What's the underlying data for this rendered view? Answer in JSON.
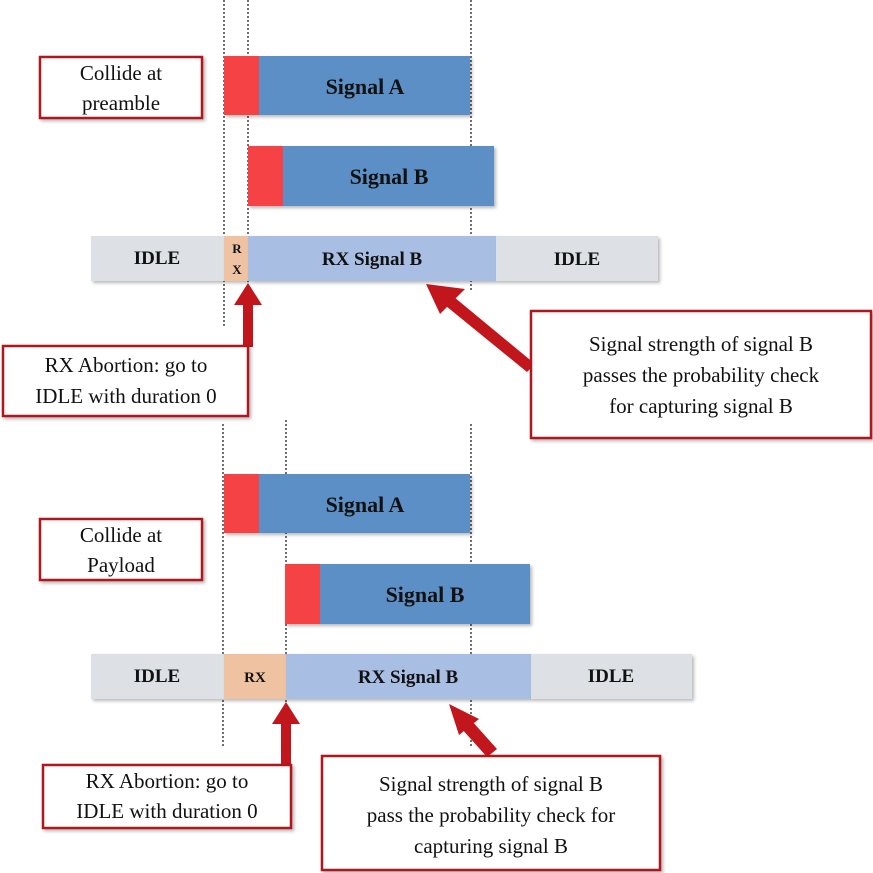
{
  "colors": {
    "signal_blue": "#5b8fc5",
    "preamble_red": "#f44245",
    "rx_signal_light_blue": "#a9bee3",
    "idle_gray": "#dde0e4",
    "rx_tan": "#efc3a2",
    "annotation_red": "#c1161c",
    "box_border": "#b0191f"
  },
  "top_scenario": {
    "collide_label": [
      "Collide at",
      "preamble"
    ],
    "signal_a": "Signal A",
    "signal_b": "Signal B",
    "idle_left": "IDLE",
    "rx_letters": [
      "R",
      "X"
    ],
    "rx_signal_b": "RX Signal B",
    "idle_right": "IDLE",
    "abortion_note": [
      "RX Abortion: go to",
      "IDLE with duration 0"
    ],
    "capture_note": [
      "Signal strength of signal B",
      "passes the probability check",
      "for capturing signal B"
    ]
  },
  "bottom_scenario": {
    "collide_label": [
      "Collide at",
      "Payload"
    ],
    "signal_a": "Signal A",
    "signal_b": "Signal B",
    "idle_left": "IDLE",
    "rx": "RX",
    "rx_signal_b": "RX Signal B",
    "idle_right": "IDLE",
    "abortion_note": [
      "RX Abortion: go to",
      "IDLE with duration 0"
    ],
    "capture_note": [
      "Signal strength of signal B",
      "pass the probability check for",
      "capturing signal B"
    ]
  }
}
